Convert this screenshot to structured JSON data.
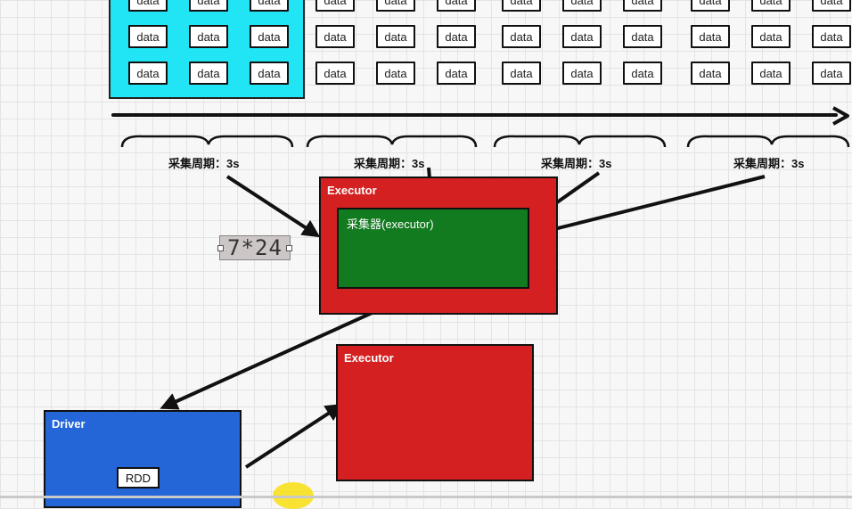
{
  "data_cell_label": "data",
  "period_labels": [
    "采集周期：3s",
    "采集周期：3s",
    "采集周期：3s",
    "采集周期：3s"
  ],
  "executor_top": {
    "title": "Executor"
  },
  "collector": {
    "title": "采集器(executor)"
  },
  "executor_bottom": {
    "title": "Executor"
  },
  "driver": {
    "title": "Driver",
    "rdd_label": "RDD"
  },
  "calc_note": "7*24",
  "colors": {
    "cyan": "#21e4f4",
    "executor_red": "#d42020",
    "collector_green": "#127a1f",
    "driver_blue": "#2466d8"
  }
}
